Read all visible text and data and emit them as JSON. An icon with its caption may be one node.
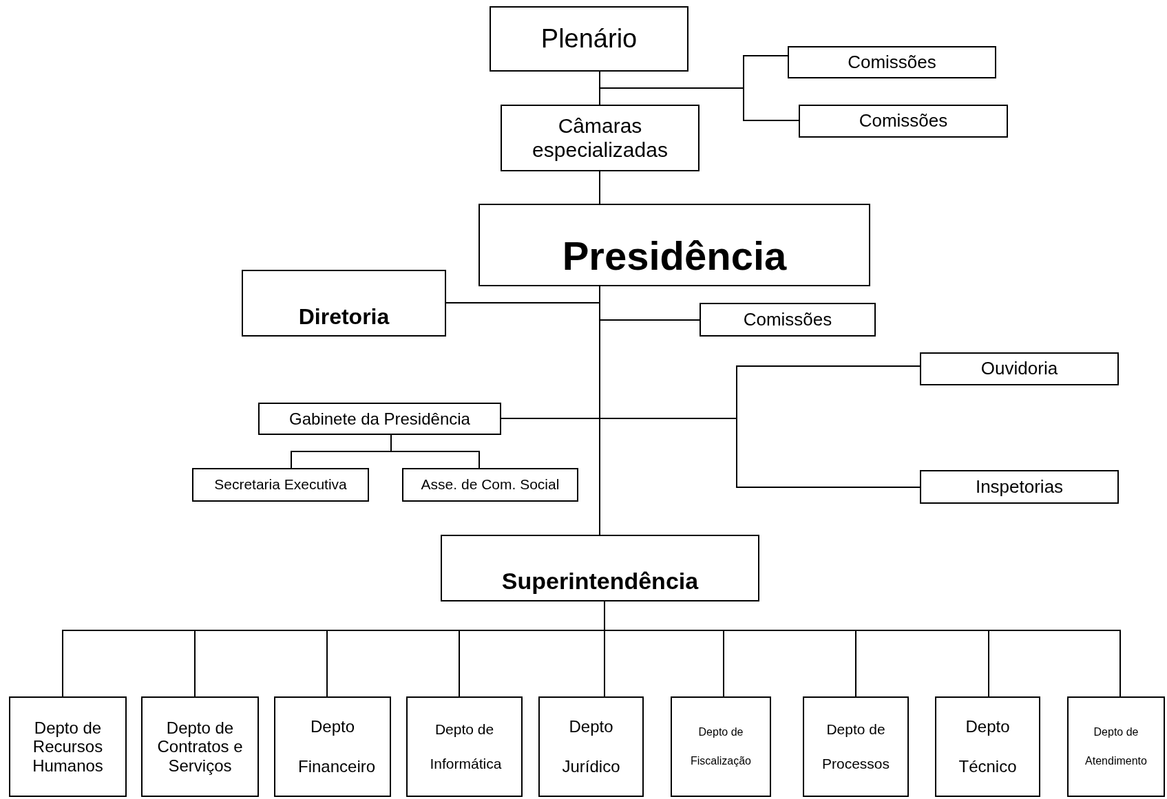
{
  "diagram": {
    "nodes": [
      {
        "text": [
          "Plenário"
        ]
      },
      {
        "text": [
          "Comissões"
        ]
      },
      {
        "text": [
          "Comissões"
        ]
      },
      {
        "text": [
          "Câmaras especializadas"
        ]
      },
      {
        "text": [
          "Presidência"
        ]
      },
      {
        "text": [
          "Diretoria"
        ]
      },
      {
        "text": [
          "Comissões"
        ]
      },
      {
        "text": [
          "Ouvidoria"
        ]
      },
      {
        "text": [
          "Gabinete da Presidência"
        ]
      },
      {
        "text": [
          "Secretaria Executiva"
        ]
      },
      {
        "text": [
          "Asse. de Com. Social"
        ]
      },
      {
        "text": [
          "Inspetorias"
        ]
      },
      {
        "text": [
          "Superintendência"
        ]
      },
      {
        "text": [
          "Depto de Recursos Humanos"
        ]
      },
      {
        "text": [
          "Depto de Contratos e Serviços"
        ]
      },
      {
        "text": [
          "Depto Financeiro"
        ]
      },
      {
        "text": [
          "Depto de Informática"
        ]
      },
      {
        "text": [
          "Depto Jurídico"
        ]
      },
      {
        "text": [
          "Depto de Fiscalização"
        ]
      },
      {
        "text": [
          "Depto de Processos"
        ]
      },
      {
        "text": [
          "Depto Técnico"
        ]
      },
      {
        "text": [
          "Depto de Atendimento"
        ]
      }
    ],
    "edges": [
      {
        "from": 0,
        "to": 3,
        "arrow": "none"
      },
      {
        "from": 0,
        "to": 1,
        "arrow": "none"
      },
      {
        "from": 0,
        "to": 2,
        "arrow": "none"
      },
      {
        "from": 3,
        "to": 4,
        "arrow": "none"
      },
      {
        "from": 4,
        "to": 5,
        "arrow": "none"
      },
      {
        "from": 4,
        "to": 6,
        "arrow": "none"
      },
      {
        "from": 4,
        "to": 8,
        "arrow": "none"
      },
      {
        "from": 4,
        "to": 7,
        "arrow": "none"
      },
      {
        "from": 4,
        "to": 11,
        "arrow": "none"
      },
      {
        "from": 4,
        "to": 12,
        "arrow": "none"
      },
      {
        "from": 8,
        "to": 9,
        "arrow": "none"
      },
      {
        "from": 8,
        "to": 10,
        "arrow": "none"
      },
      {
        "from": 12,
        "to": 13,
        "arrow": "none"
      },
      {
        "from": 12,
        "to": 14,
        "arrow": "none"
      },
      {
        "from": 12,
        "to": 15,
        "arrow": "none"
      },
      {
        "from": 12,
        "to": 16,
        "arrow": "none"
      },
      {
        "from": 12,
        "to": 17,
        "arrow": "none"
      },
      {
        "from": 12,
        "to": 18,
        "arrow": "none"
      },
      {
        "from": 12,
        "to": 19,
        "arrow": "none"
      },
      {
        "from": 12,
        "to": 20,
        "arrow": "none"
      },
      {
        "from": 12,
        "to": 21,
        "arrow": "none"
      }
    ]
  }
}
